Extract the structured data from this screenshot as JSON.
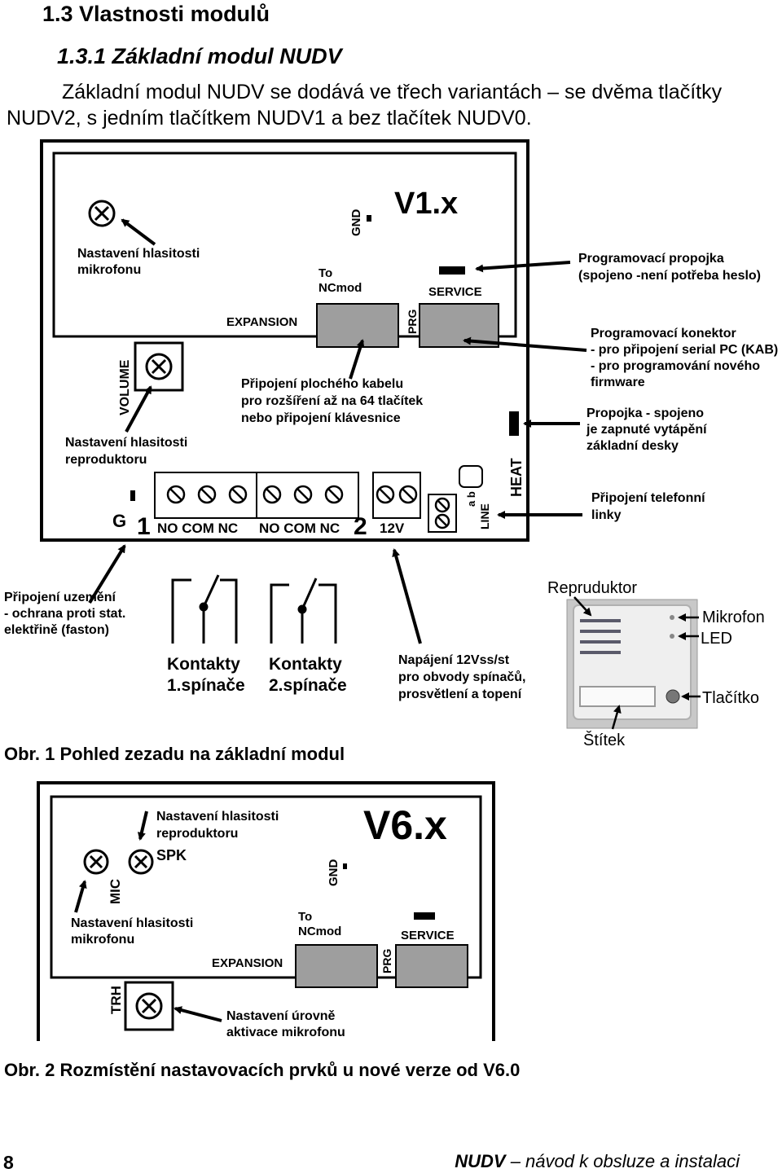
{
  "heading": "1.3 Vlastnosti modulů",
  "subheading": "1.3.1 Základní modul NUDV",
  "intro": "Základní modul NUDV se dodává ve třech variantách – se dvěma tlačítky NUDV2, s jedním tlačítkem NUDV1 a bez tlačítek NUDV0.",
  "fig1": {
    "version": "V1.x",
    "gnd": "GND",
    "mic_volume": [
      "Nastavení hlasitosti",
      "mikrofonu"
    ],
    "to_ncmod": [
      "To",
      "NCmod"
    ],
    "service": "SERVICE",
    "prog_jumper": [
      "Programovací propojka",
      "(spojeno -není potřeba heslo)"
    ],
    "expansion": "EXPANSION",
    "prg": "PRG",
    "prog_connector": [
      "Programovací konektor",
      "- pro připojení serial PC (KAB)",
      "- pro programování nového",
      "firmware"
    ],
    "volume": "VOLUME",
    "flat_cable": [
      "Připojení plochého kabelu",
      "pro rozšíření až na 64 tlačítek",
      "nebo připojení klávesnice"
    ],
    "heat_jumper": [
      "Propojka - spojeno",
      "je zapnuté vytápění",
      "základní desky"
    ],
    "spk_volume": [
      "Nastavení hlasitosti",
      "reproduktoru"
    ],
    "heat": "HEAT",
    "g": "G",
    "relay1_num": "1",
    "relay2_num": "2",
    "relay1_terms": "NO COM NC",
    "relay2_terms": "NO COM NC",
    "v12": "12V",
    "ab": "a b",
    "line": "LINE",
    "phone_line": [
      "Připojení telefonní",
      "linky"
    ],
    "ground_conn": [
      "Připojení uzemění",
      "- ochrana proti stat.",
      "elektřině (faston)"
    ],
    "contacts1": [
      "Kontakty",
      "1.spínače"
    ],
    "contacts2": [
      "Kontakty",
      "2.spínače"
    ],
    "power": [
      "Napájení 12Vss/st",
      "pro obvody spínačů,",
      "prosvětlení a topení"
    ],
    "speaker": "Repruduktor",
    "microphone": "Mikrofon",
    "led": "LED",
    "button": "Tlačítko",
    "label_tag": "Štítek",
    "caption": "Obr. 1  Pohled zezadu na základní modul"
  },
  "fig2": {
    "version": "V6.x",
    "spk_volume": [
      "Nastavení hlasitosti",
      "reproduktoru"
    ],
    "spk": "SPK",
    "mic": "MIC",
    "gnd": "GND",
    "mic_volume": [
      "Nastavení hlasitosti",
      "mikrofonu"
    ],
    "to_ncmod": [
      "To",
      "NCmod"
    ],
    "service": "SERVICE",
    "expansion": "EXPANSION",
    "prg": "PRG",
    "trh": "TRH",
    "mic_level": [
      "Nastavení úrovně",
      "aktivace mikrofonu"
    ],
    "caption": "Obr. 2  Rozmístění nastavovacích prvků u nové verze od V6.0"
  },
  "footer": {
    "page": "8",
    "product": "NUDV",
    "rest": " – návod k obsluze a instalaci"
  }
}
